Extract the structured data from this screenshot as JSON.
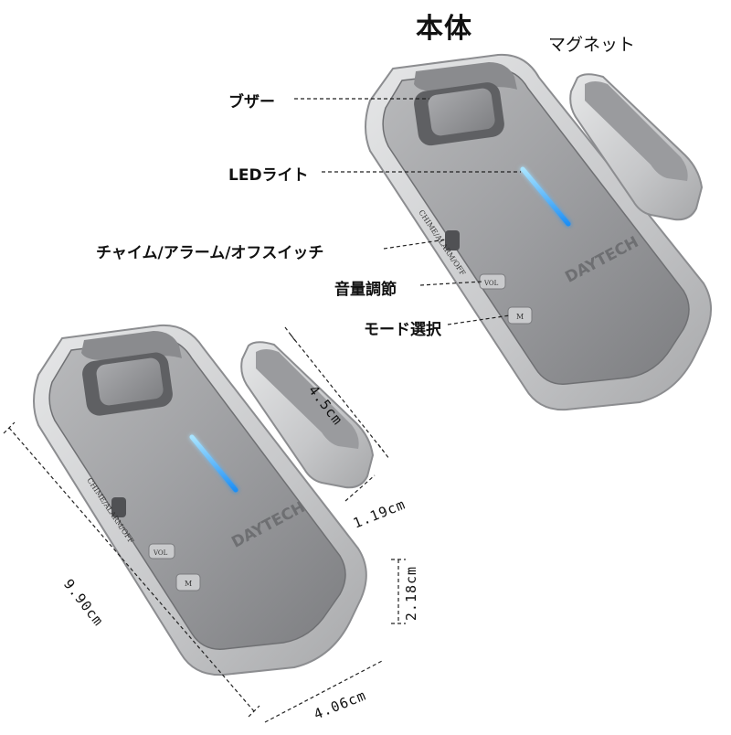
{
  "title": "本体",
  "labels": {
    "magnet": "マグネット",
    "buzzer": "ブザー",
    "led": "LEDライト",
    "switch": "チャイム/アラーム/オフスイッチ",
    "volume": "音量調節",
    "mode": "モード選択"
  },
  "dimensions": {
    "magnet_length": "4.5cm",
    "magnet_depth": "1.19cm",
    "body_thickness": "2.18cm",
    "body_length": "9.90cm",
    "body_width": "4.06cm"
  },
  "device": {
    "brand": "DAYTECH",
    "switch_text": "CHIME/ALARM/OFF",
    "button_vol": "VOL",
    "button_mode": "M",
    "body_color": "#9a9b9d",
    "led_color": "#2aa8ff"
  }
}
